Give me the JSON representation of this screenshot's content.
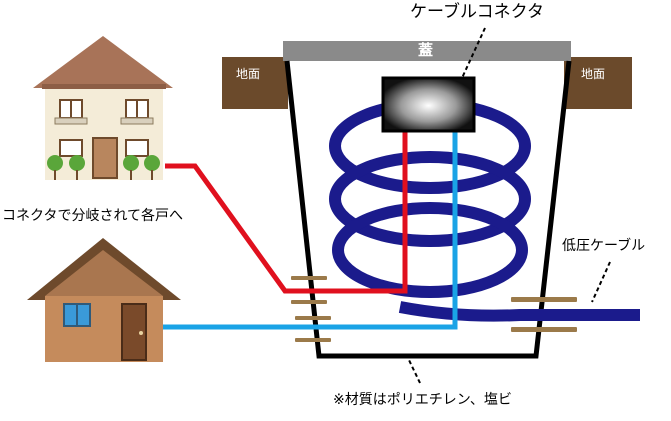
{
  "labels": {
    "connector": "ケーブルコネクタ",
    "lid": "蓋",
    "ground_left": "地面",
    "ground_right": "地面",
    "branch_note": "コネクタで分岐されて各戸へ",
    "low_voltage_cable": "低圧ケーブル",
    "material_note": "※材質はポリエチレン、塩ビ"
  },
  "colors": {
    "cable_navy": "#1b1b8c",
    "line_red": "#e0101e",
    "line_blue": "#1aa3e6",
    "ground_brown": "#6b4a2b",
    "lid_gray": "#8a8a8a",
    "clamp_brown": "#9b7a4a",
    "house_top_roof": "#a87358",
    "house_bottom_roof": "#6e4a2c"
  }
}
